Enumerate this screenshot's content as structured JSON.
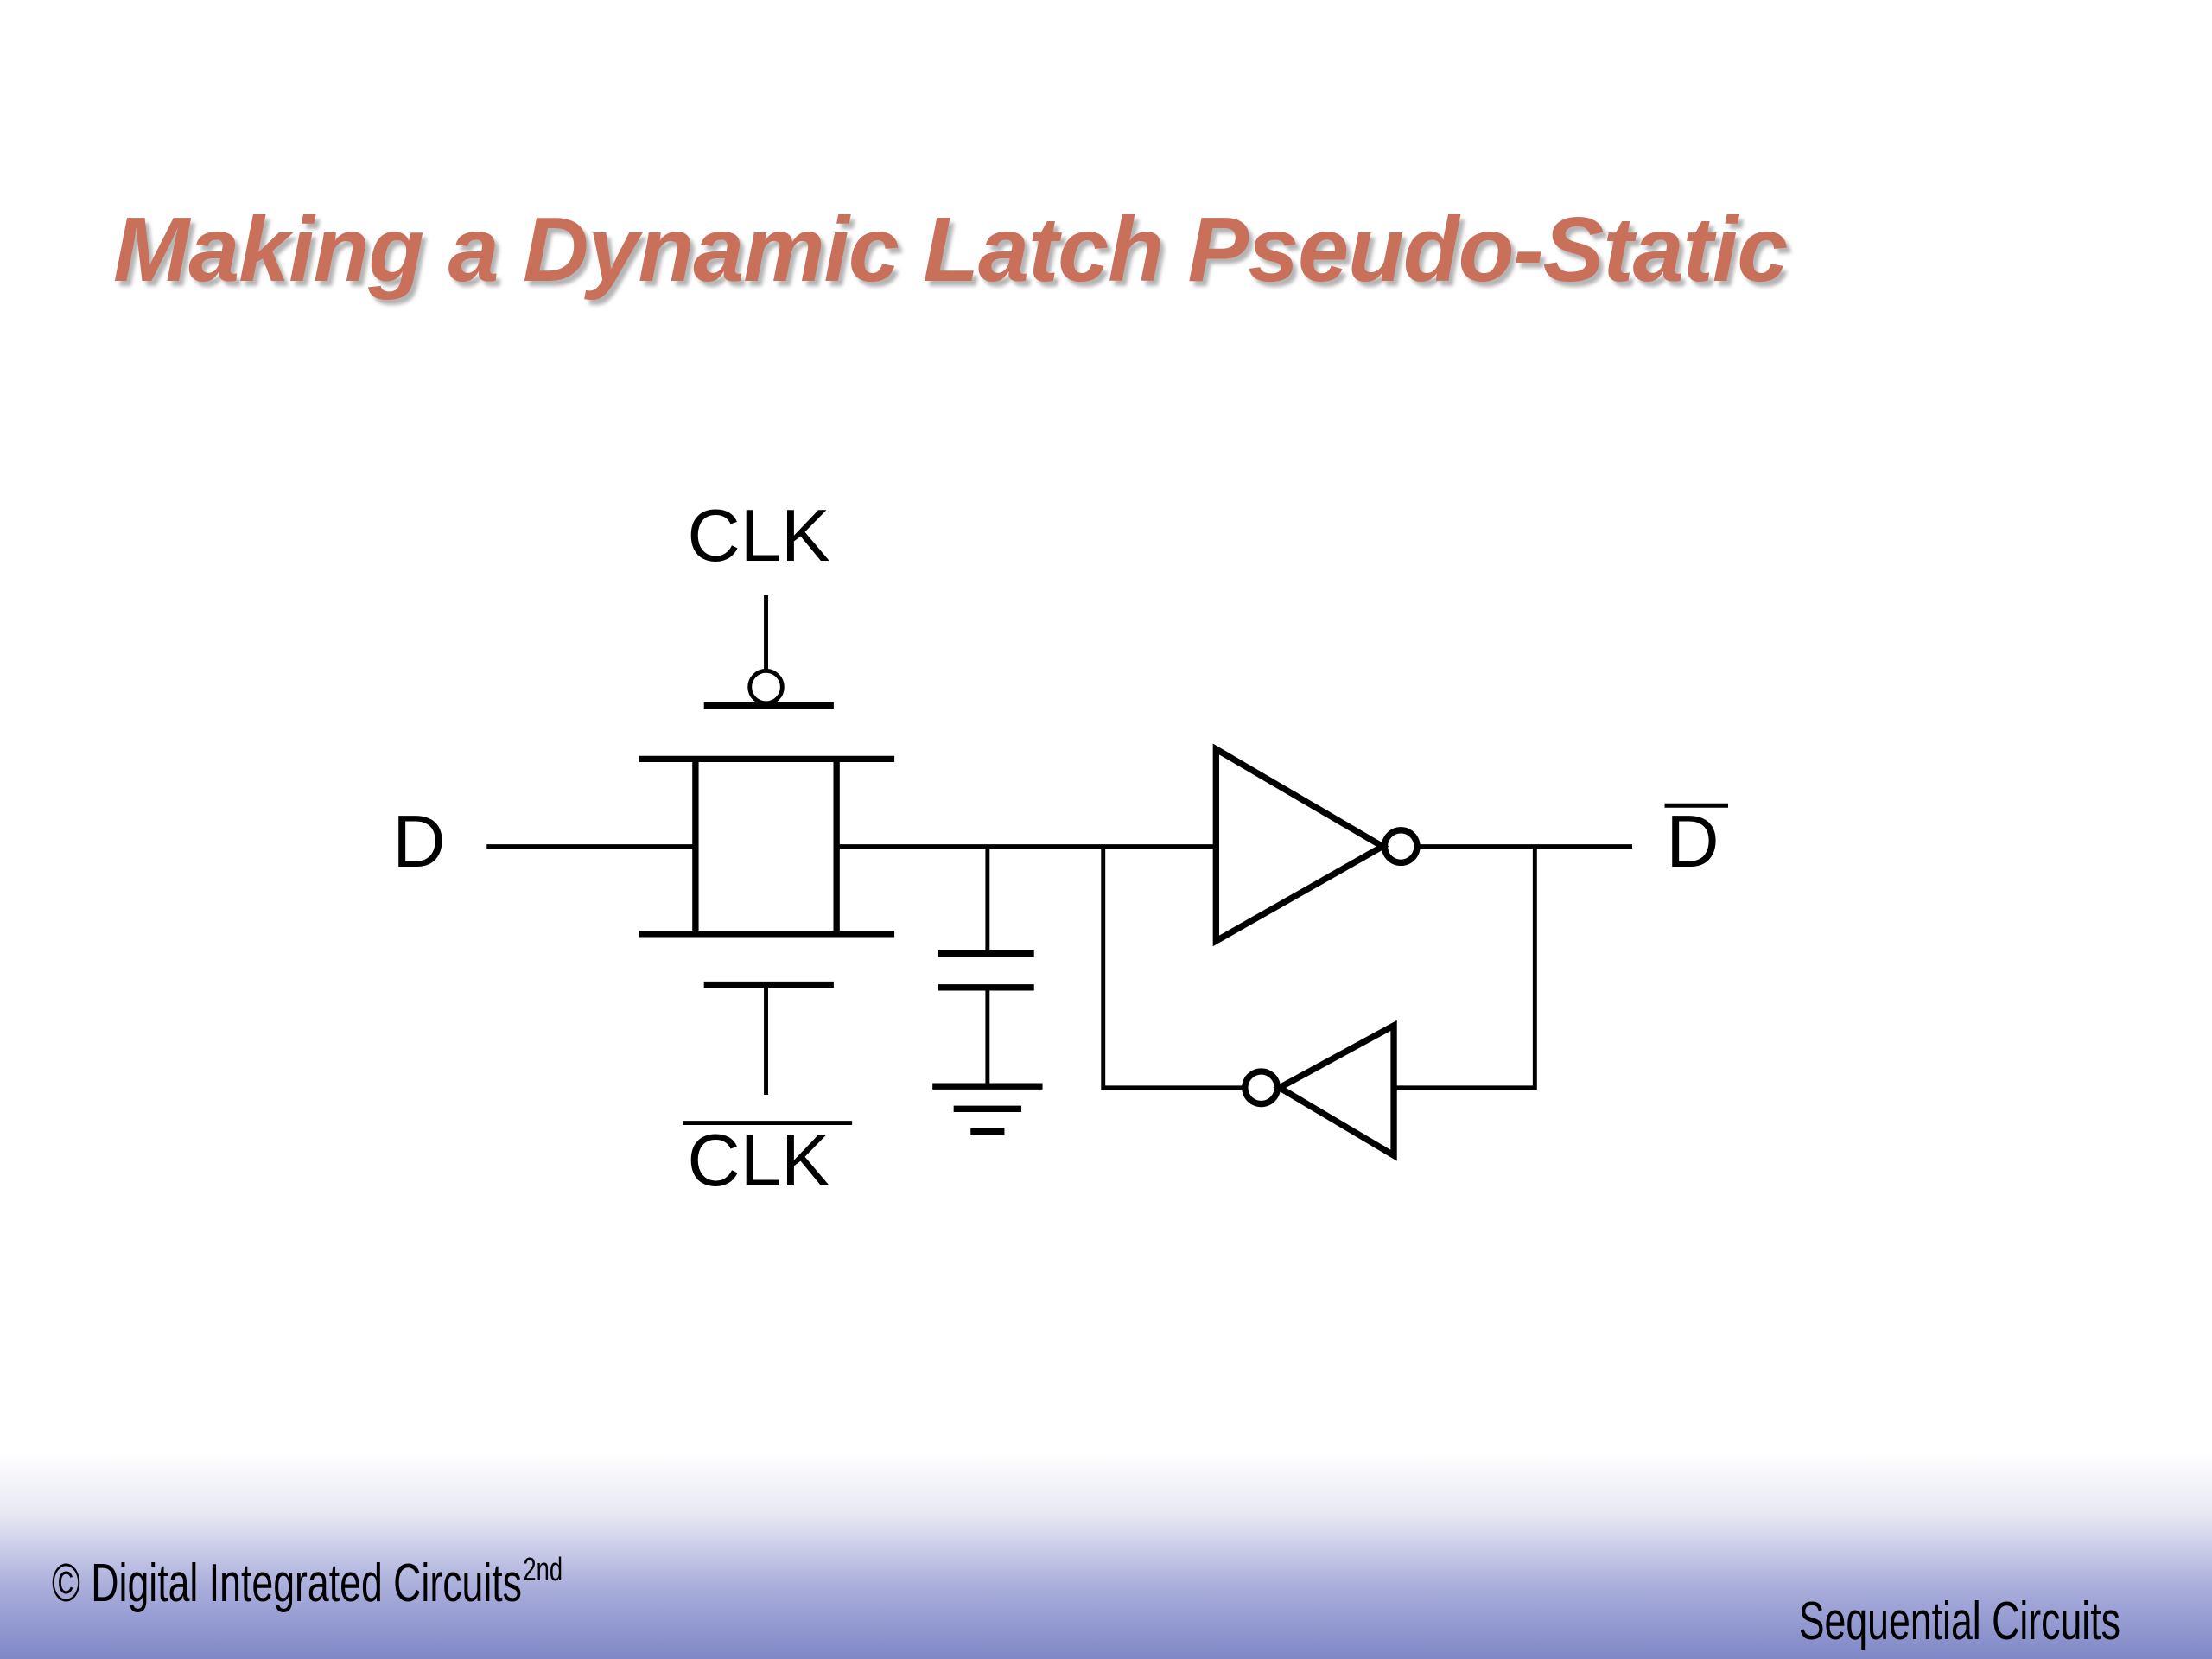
{
  "slide": {
    "title": "Making a Dynamic Latch Pseudo-Static",
    "title_color": "#c9705b",
    "footer_left": "© Digital Integrated Circuits",
    "footer_left_sup": "2nd",
    "footer_right": "Sequential Circuits",
    "footer_gradient_color": "#7f87c6"
  },
  "diagram": {
    "clk_label": "CLK",
    "clk_bar_label": "CLK",
    "input_label": "D",
    "output_label": "D"
  }
}
